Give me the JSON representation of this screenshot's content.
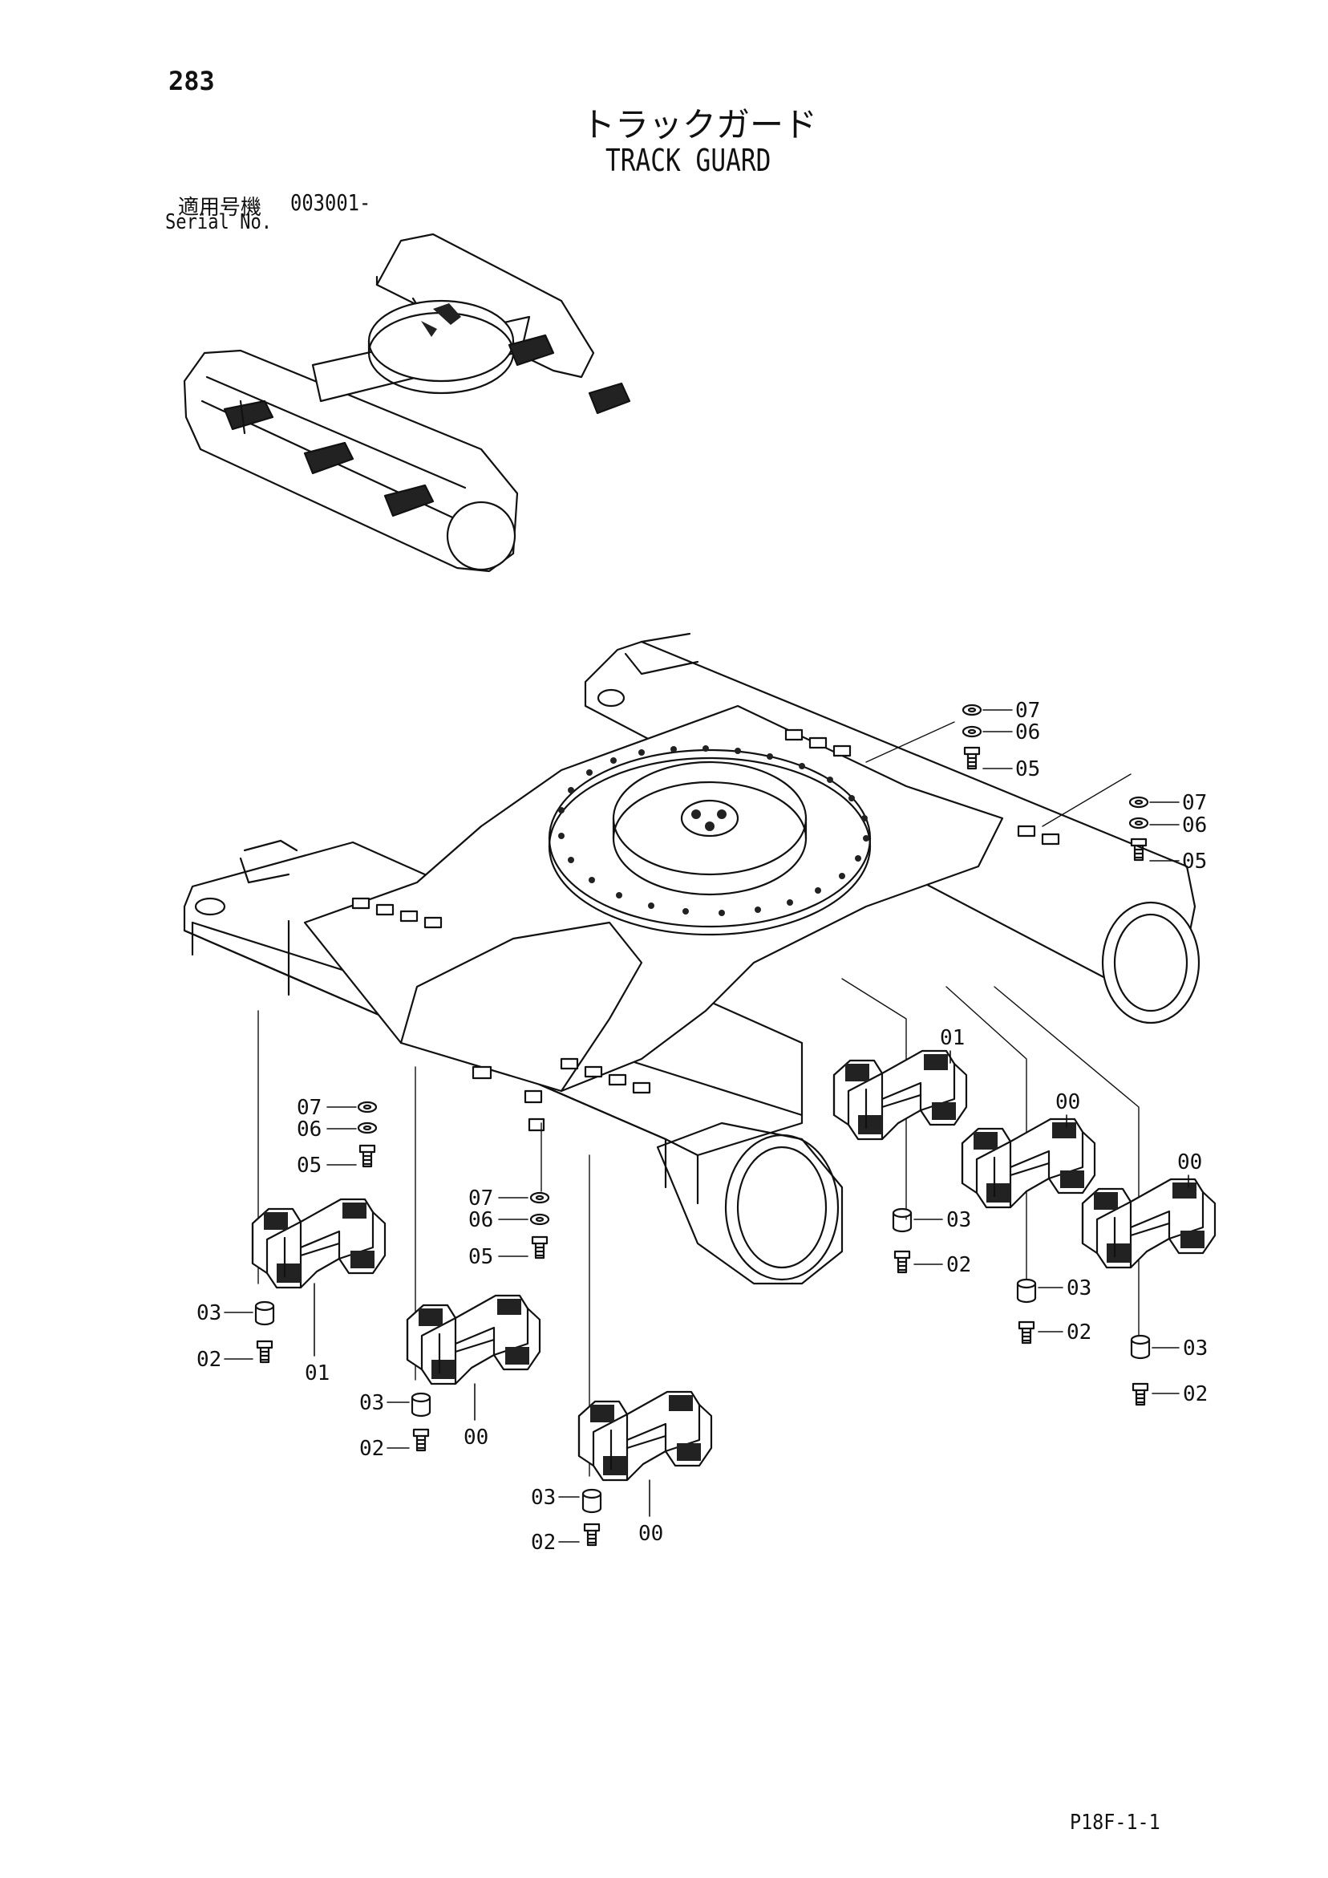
{
  "header": {
    "page_number": "283",
    "title_jp": "トラックガード",
    "title_en": "TRACK GUARD",
    "serial_label_jp": "適用号機",
    "serial_value": "003001-",
    "serial_label_en": "Serial No."
  },
  "footer": {
    "page_code": "P18F-1-1"
  },
  "callouts": {
    "c_top_07": "07",
    "c_top_06": "06",
    "c_top_05": "05",
    "c_mid_07": "07",
    "c_mid_06": "06",
    "c_mid_05": "05",
    "c_l_07": "07",
    "c_l_06": "06",
    "c_l_05": "05",
    "c_c_07": "07",
    "c_c_06": "06",
    "c_c_05": "05",
    "c_g1_03": "03",
    "c_g1_02": "02",
    "c_g1_01": "01",
    "c_g2_03": "03",
    "c_g2_02": "02",
    "c_g2_00": "00",
    "c_g3_03": "03",
    "c_g3_02": "02",
    "c_g3_00": "00",
    "c_g4_01": "01",
    "c_g4_03": "03",
    "c_g4_02": "02",
    "c_g5_00": "00",
    "c_g5_03": "03",
    "c_g5_02": "02",
    "c_g6_00": "00",
    "c_g6_03": "03",
    "c_g6_02": "02"
  }
}
